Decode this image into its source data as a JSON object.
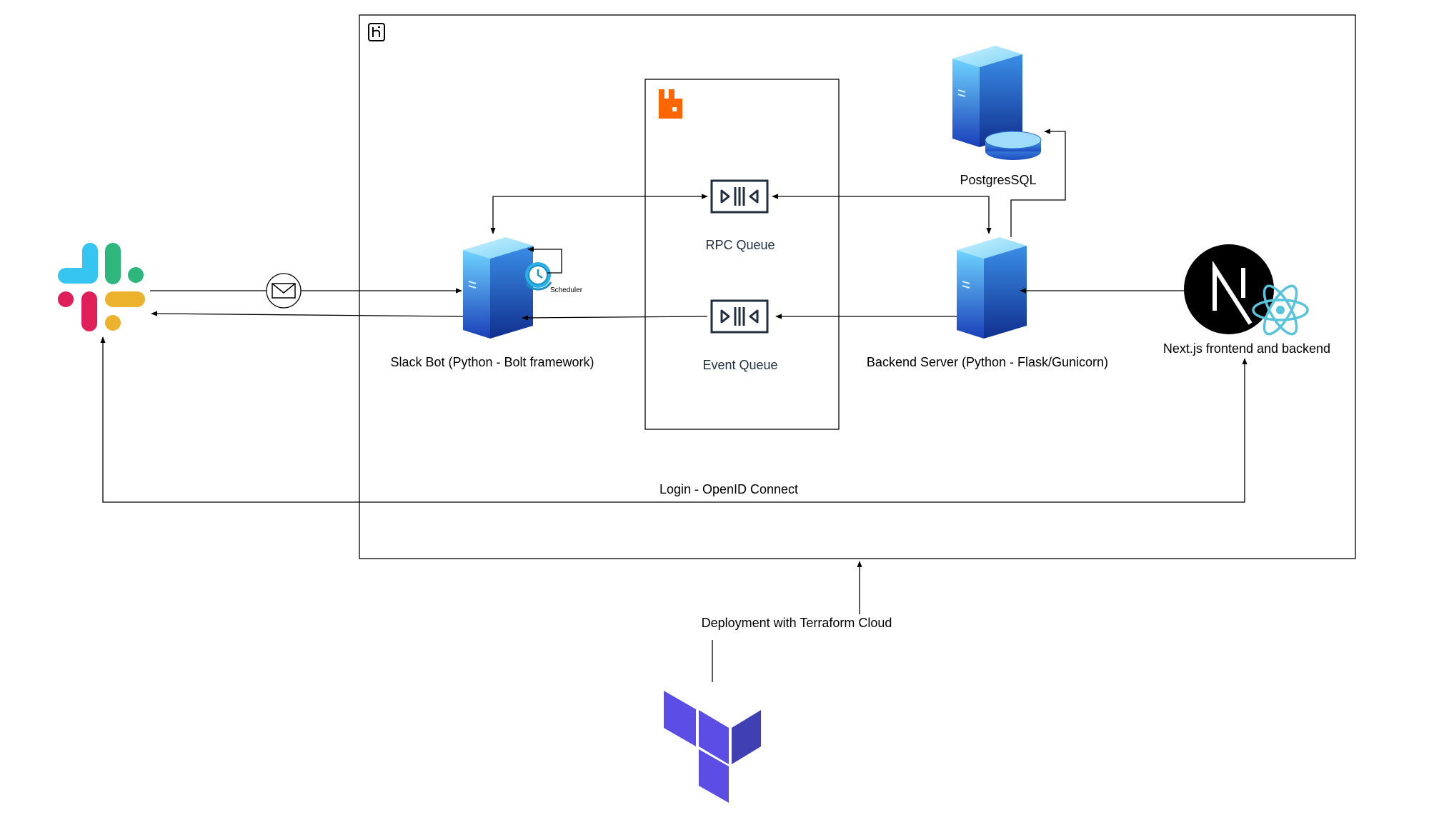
{
  "diagram": {
    "nodes": {
      "slack": {
        "icon": "slack-logo-icon"
      },
      "slack_bot": {
        "label": "Slack Bot (Python - Bolt framework)",
        "icon": "server-icon"
      },
      "scheduler": {
        "label": "Scheduler",
        "icon": "clock-icon"
      },
      "rpc_queue": {
        "label": "RPC Queue",
        "icon": "queue-icon"
      },
      "event_queue": {
        "label": "Event Queue",
        "icon": "queue-icon"
      },
      "postgres": {
        "label": "PostgresSQL",
        "icon": "database-server-icon"
      },
      "backend": {
        "label": "Backend Server (Python - Flask/Gunicorn)",
        "icon": "server-icon"
      },
      "nextjs": {
        "label": "Next.js frontend and backend",
        "icon": "nextjs-react-icon"
      },
      "terraform": {
        "icon": "terraform-logo-icon"
      },
      "heroku": {
        "icon": "heroku-logo-icon"
      },
      "rabbitmq": {
        "icon": "rabbitmq-logo-icon"
      }
    },
    "edges": {
      "login": {
        "label": "Login - OpenID Connect"
      },
      "deployment": {
        "label": "Deployment with Terraform Cloud"
      },
      "message": {
        "icon": "envelope-icon"
      }
    }
  },
  "colors": {
    "server_top": "#5bc8f5",
    "server_bottom": "#1f4fc4",
    "rabbitmq": "#ff6600",
    "terraform_dark": "#4040b2",
    "terraform_light": "#5c4ee5",
    "react": "#58c4dc",
    "slack_blue": "#36c5f0",
    "slack_green": "#2eb67d",
    "slack_red": "#e01e5a",
    "slack_yellow": "#ecb22e"
  }
}
